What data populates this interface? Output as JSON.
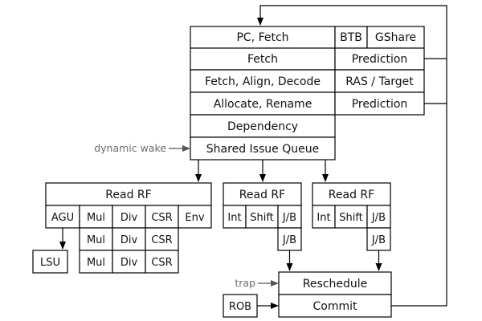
{
  "frontend": {
    "pc_fetch": "PC, Fetch",
    "btb": "BTB",
    "gshare": "GShare",
    "fetch": "Fetch",
    "prediction_1": "Prediction",
    "fetch_align_decode": "Fetch, Align, Decode",
    "ras_target": "RAS / Target",
    "allocate_rename": "Allocate, Rename",
    "prediction_2": "Prediction",
    "dependency": "Dependency",
    "shared_issue_queue": "Shared Issue Queue",
    "dynamic_wake": "dynamic wake"
  },
  "cluster_left": {
    "read_rf": "Read RF",
    "agu": "AGU",
    "mul_1": "Mul",
    "div_1": "Div",
    "csr_1": "CSR",
    "env": "Env",
    "mul_2": "Mul",
    "div_2": "Div",
    "csr_2": "CSR",
    "mul_3": "Mul",
    "div_3": "Div",
    "csr_3": "CSR",
    "lsu": "LSU"
  },
  "cluster_mid": {
    "read_rf": "Read RF",
    "int": "Int",
    "shift": "Shift",
    "jb_1": "J/B",
    "jb_2": "J/B"
  },
  "cluster_right": {
    "read_rf": "Read RF",
    "int": "Int",
    "shift": "Shift",
    "jb_1": "J/B",
    "jb_2": "J/B"
  },
  "backend": {
    "trap": "trap",
    "reschedule": "Reschedule",
    "rob": "ROB",
    "commit": "Commit"
  }
}
